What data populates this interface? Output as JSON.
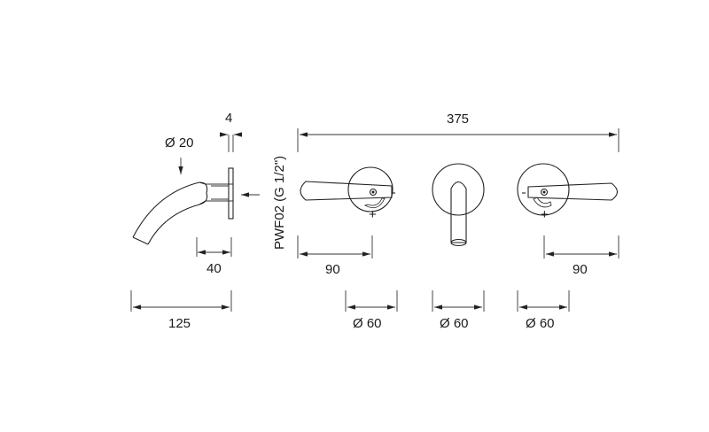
{
  "drawing": {
    "type": "technical-dimension-drawing",
    "subject": "wall-mounted 3-hole mixer with spout",
    "model_code": "PWF02 (G 1/2\")",
    "dimensions": {
      "plate_thickness": "4",
      "spout_diameter": "Ø 20",
      "spout_depth": "40",
      "spout_projection": "125",
      "overall_width": "375",
      "left_handle_offset": "90",
      "right_handle_offset": "90",
      "left_plate_diameter": "Ø 60",
      "center_plate_diameter": "Ø 60",
      "right_plate_diameter": "Ø 60"
    },
    "handle_marks": {
      "minus": "-",
      "plus": "+"
    },
    "colors": {
      "line": "#222222",
      "background": "#ffffff"
    }
  }
}
